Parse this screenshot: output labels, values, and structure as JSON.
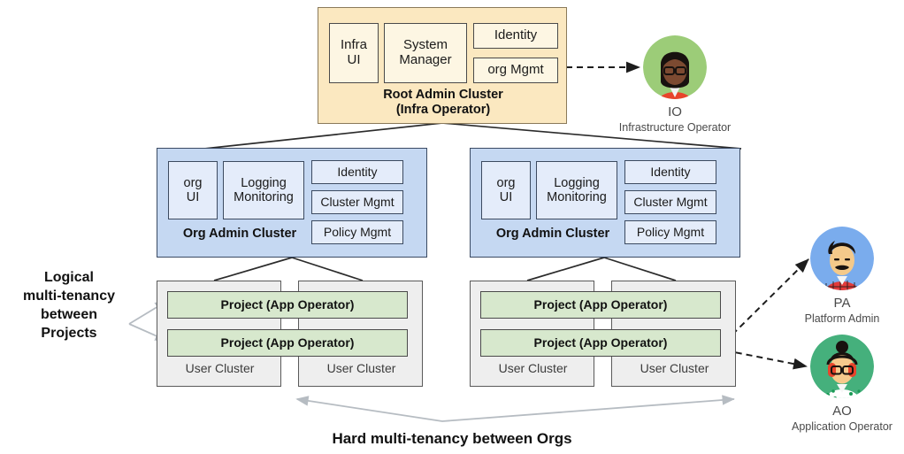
{
  "diagram": {
    "root_cluster": {
      "label_line1": "Root Admin Cluster",
      "label_line2": "(Infra Operator)",
      "boxes": [
        {
          "name": "infra-ui",
          "line1": "Infra",
          "line2": "UI"
        },
        {
          "name": "system-manager",
          "line1": "System",
          "line2": "Manager"
        },
        {
          "name": "identity",
          "line1": "Identity",
          "line2": ""
        },
        {
          "name": "org-mgmt",
          "line1": "org Mgmt",
          "line2": ""
        }
      ]
    },
    "org_clusters": [
      {
        "label": "Org Admin Cluster",
        "boxes": [
          {
            "name": "org-ui",
            "line1": "org",
            "line2": "UI"
          },
          {
            "name": "logging-monitoring",
            "line1": "Logging",
            "line2": "Monitoring"
          },
          {
            "name": "identity",
            "line1": "Identity",
            "line2": ""
          },
          {
            "name": "cluster-mgmt",
            "line1": "Cluster Mgmt",
            "line2": ""
          },
          {
            "name": "policy-mgmt",
            "line1": "Policy Mgmt",
            "line2": ""
          }
        ]
      },
      {
        "label": "Org Admin Cluster",
        "boxes": [
          {
            "name": "org-ui",
            "line1": "org",
            "line2": "UI"
          },
          {
            "name": "logging-monitoring",
            "line1": "Logging",
            "line2": "Monitoring"
          },
          {
            "name": "identity",
            "line1": "Identity",
            "line2": ""
          },
          {
            "name": "cluster-mgmt",
            "line1": "Cluster Mgmt",
            "line2": ""
          },
          {
            "name": "policy-mgmt",
            "line1": "Policy Mgmt",
            "line2": ""
          }
        ]
      }
    ],
    "user_cluster_groups": [
      {
        "projects": [
          "Project (App Operator)",
          "Project (App Operator)"
        ],
        "clusters": [
          "User Cluster",
          "User Cluster"
        ]
      },
      {
        "projects": [
          "Project (App Operator)",
          "Project  (App Operator)"
        ],
        "clusters": [
          "User Cluster",
          "User Cluster"
        ]
      }
    ],
    "captions": {
      "left_note": "Logical\nmulti-tenancy\nbetween\nProjects",
      "left_note_lines": [
        "Logical",
        "multi-tenancy",
        "between",
        "Projects"
      ],
      "bottom_note": "Hard multi-tenancy between Orgs"
    },
    "personas": [
      {
        "name": "infrastructure-operator",
        "initials": "IO",
        "title": "Infrastructure Operator",
        "circle_color": "#9ccc78"
      },
      {
        "name": "platform-admin",
        "initials": "PA",
        "title": "Platform Admin",
        "circle_color": "#7aaced"
      },
      {
        "name": "application-operator",
        "initials": "AO",
        "title": "Application Operator",
        "circle_color": "#45b07c"
      }
    ],
    "colors": {
      "root_fill": "#fbe8c0",
      "org_fill": "#c5d8f2",
      "user_fill": "#eeeeee",
      "project_fill": "#d7e8cd",
      "connector": "#2b2b2b",
      "soft_arrow": "#b6bcc2"
    }
  }
}
